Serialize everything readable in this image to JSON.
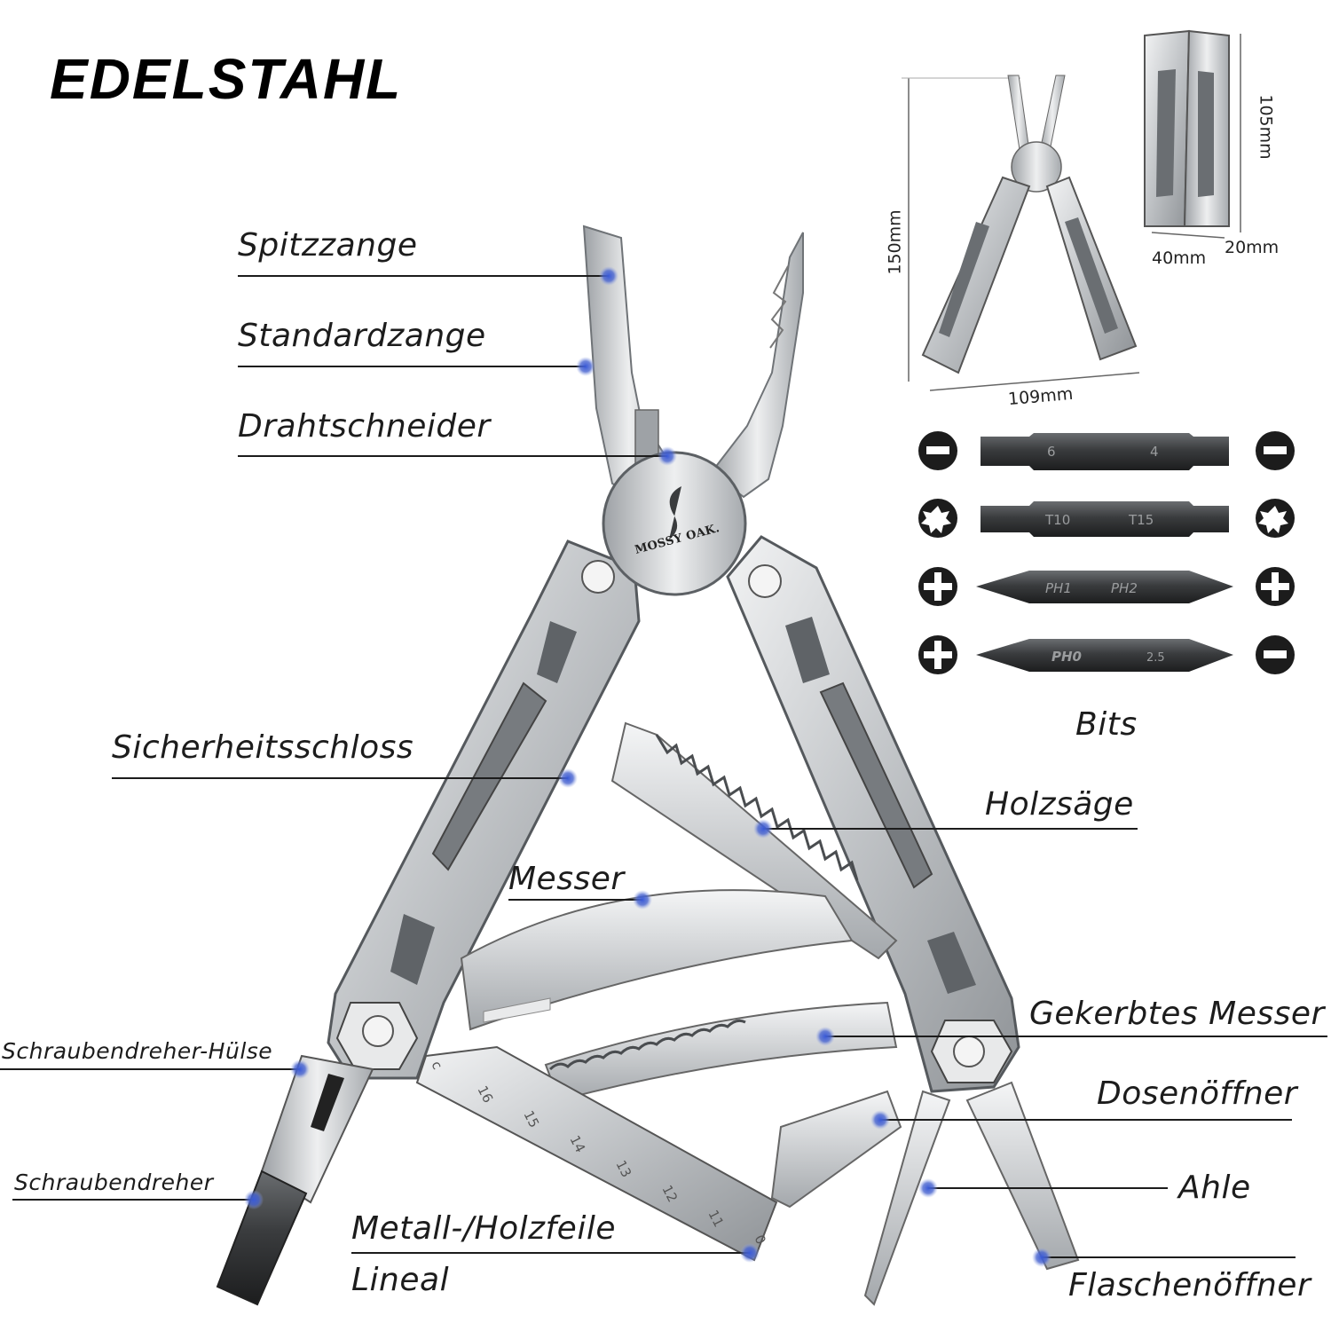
{
  "title": "EDELSTAHL",
  "brand": "MOSSY OAK.",
  "labels": {
    "spitzzange": "Spitzzange",
    "standardzange": "Standardzange",
    "drahtschneider": "Drahtschneider",
    "sicherheitsschloss": "Sicherheitsschloss",
    "holzsaege": "Holzsäge",
    "messer": "Messer",
    "gekerbtes_messer": "Gekerbtes Messer",
    "schraubendreher_huelse": "Schraubendreher-Hülse",
    "dosenoeffner": "Dosenöffner",
    "schraubendreher": "Schraubendreher",
    "ahle": "Ahle",
    "feile": "Metall-/Holzfeile",
    "lineal": "Lineal",
    "flaschenoeffner": "Flaschenöffner"
  },
  "dimensions": {
    "height_open": "150mm",
    "width_open": "109mm",
    "height_closed": "105mm",
    "width_closed": "40mm",
    "depth_closed": "20mm"
  },
  "bits": {
    "caption": "Bits",
    "rows": [
      {
        "left_label": "6",
        "right_label": "4",
        "left_icon": "slotted-icon",
        "right_icon": "slotted-icon"
      },
      {
        "left_label": "T10",
        "right_label": "T15",
        "left_icon": "torx-icon",
        "right_icon": "torx-icon"
      },
      {
        "left_label": "PH1",
        "right_label": "PH2",
        "left_icon": "phillips-icon",
        "right_icon": "phillips-icon"
      },
      {
        "left_label": "PH0",
        "right_label": "2.5",
        "left_icon": "phillips-icon",
        "right_icon": "slotted-icon"
      }
    ]
  },
  "ruler_ticks": [
    "0",
    "11",
    "12",
    "13",
    "14",
    "15",
    "16",
    "c"
  ],
  "colors": {
    "steel": "#c9cbcd",
    "steel_dark": "#7b7f83",
    "marker": "#2e4cc4",
    "text": "#1c1c1c"
  }
}
